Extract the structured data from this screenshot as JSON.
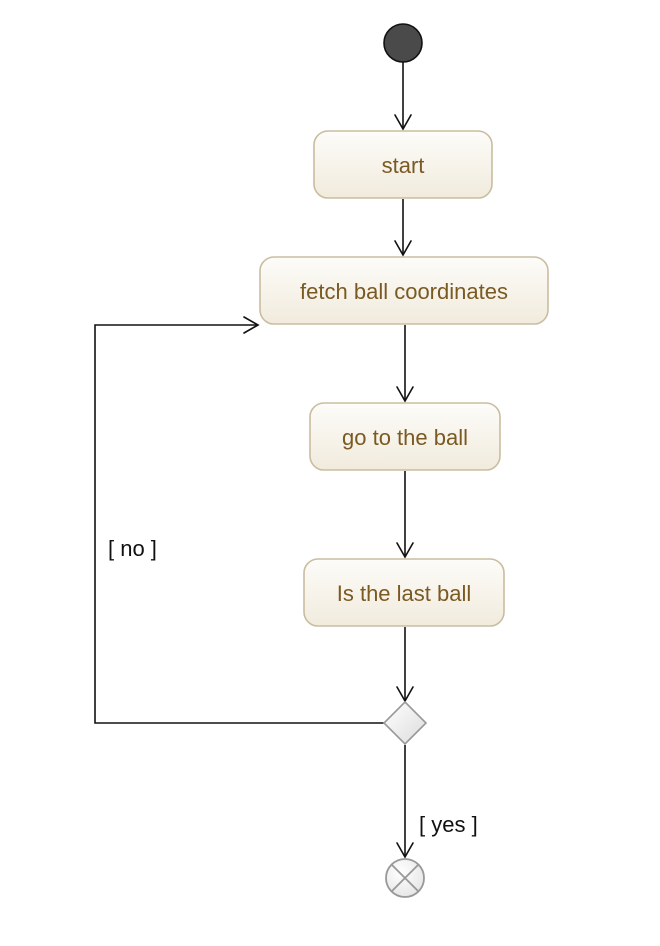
{
  "diagram": {
    "type": "uml-activity",
    "nodes": {
      "initial": {
        "kind": "initial-node"
      },
      "start": {
        "kind": "action",
        "label": "start"
      },
      "fetch": {
        "kind": "action",
        "label": "fetch ball coordinates"
      },
      "goto": {
        "kind": "action",
        "label": "go to the ball"
      },
      "last": {
        "kind": "action",
        "label": "Is the last ball"
      },
      "decision": {
        "kind": "decision-node"
      },
      "final": {
        "kind": "flow-final-node"
      }
    },
    "edges": [
      {
        "from": "initial",
        "to": "start",
        "guard": ""
      },
      {
        "from": "start",
        "to": "fetch",
        "guard": ""
      },
      {
        "from": "fetch",
        "to": "goto",
        "guard": ""
      },
      {
        "from": "goto",
        "to": "last",
        "guard": ""
      },
      {
        "from": "last",
        "to": "decision",
        "guard": ""
      },
      {
        "from": "decision",
        "to": "fetch",
        "guard": "[ no ]"
      },
      {
        "from": "decision",
        "to": "final",
        "guard": "[ yes ]"
      }
    ],
    "guards": {
      "no": "[ no ]",
      "yes": "[ yes ]"
    },
    "colors": {
      "action_fill_top": "#fdfcf9",
      "action_fill_bottom": "#f3eee2",
      "action_border": "#c9bda0",
      "action_text": "#7a5a22",
      "initial_fill": "#4a4a4a",
      "edge": "#111111",
      "decision_border": "#999999",
      "final_border": "#999999"
    }
  }
}
